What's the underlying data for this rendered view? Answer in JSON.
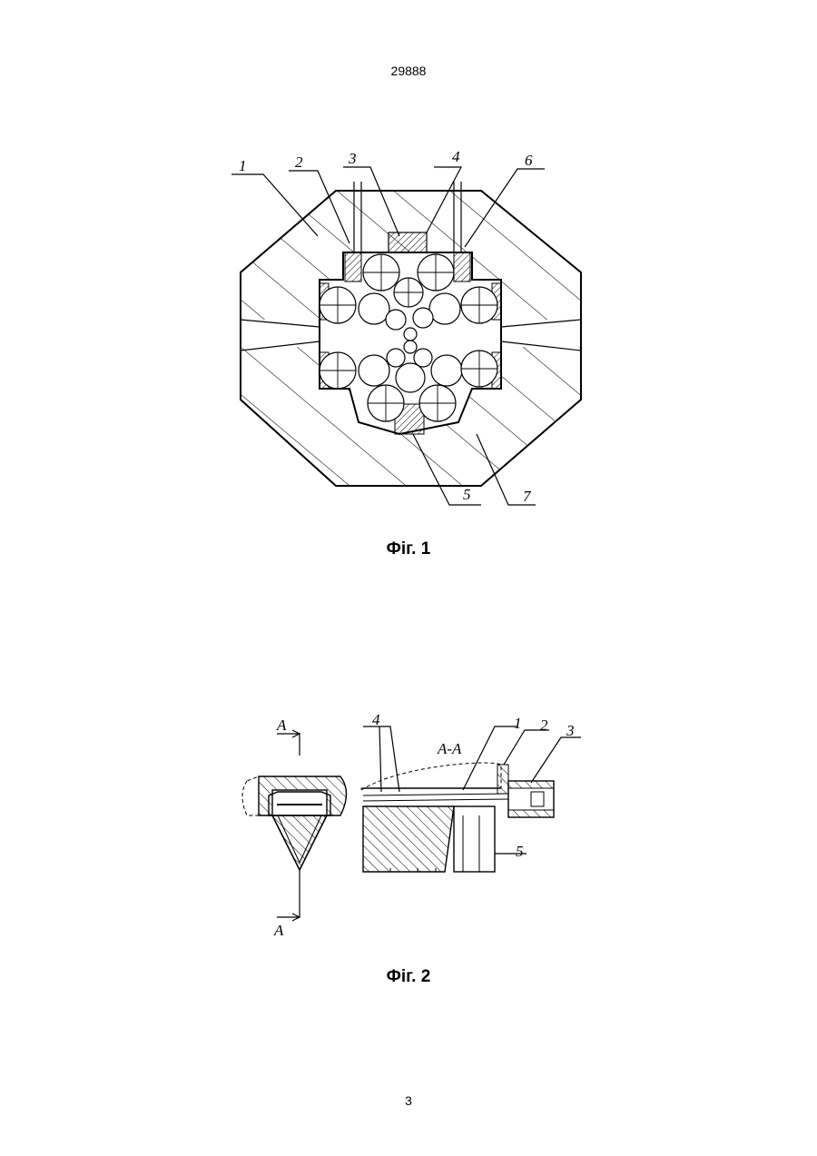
{
  "header": {
    "document_number": "29888"
  },
  "figure1": {
    "caption": "Фіг. 1",
    "labels": [
      "1",
      "2",
      "3",
      "4",
      "6",
      "5",
      "7"
    ]
  },
  "figure2": {
    "caption": "Фіг. 2",
    "section_marker_top": "A",
    "section_marker_bottom": "A",
    "section_title": "A-A",
    "labels": [
      "4",
      "1",
      "2",
      "3",
      "5"
    ]
  },
  "footer": {
    "page_number": "3"
  }
}
